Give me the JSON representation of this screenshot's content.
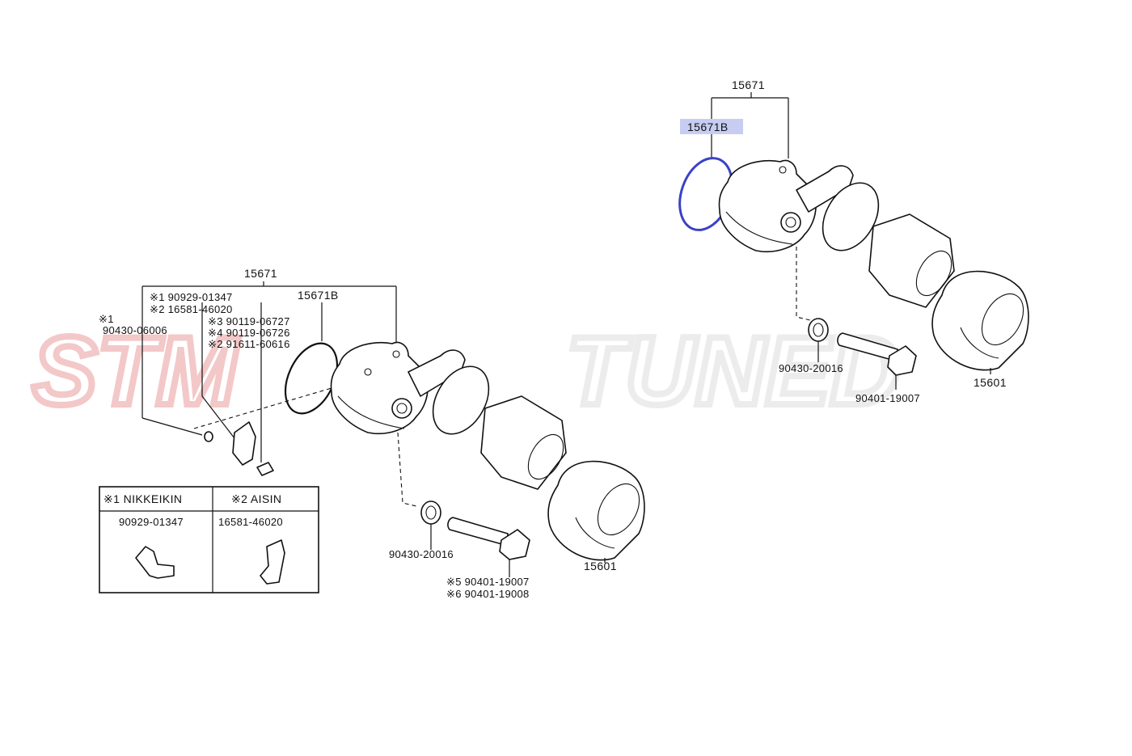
{
  "watermark": {
    "left": "STM",
    "right": "TUNED",
    "left_color": "#f3c8c8",
    "right_color": "#ececec"
  },
  "highlight_color": "#c7cdf2",
  "ring_color": "#3a42c8",
  "left": {
    "assy": "15671",
    "gasket": "15671B",
    "notes": [
      "※1 90929-01347",
      "※2 16581-46020",
      "※3 90119-06727",
      "※4 90119-06726",
      "※2 91611-60616"
    ],
    "pipe_note_mark": "※1",
    "pipe_note_part": "90430-06006",
    "washer": "90430-20016",
    "bolt_a": "※5 90401-19007",
    "bolt_b": "※6 90401-19008",
    "filter": "15601",
    "table": {
      "h1": "※1 NIKKEIKIN",
      "h2": "※2 AISIN",
      "p1": "90929-01347",
      "p2": "16581-46020"
    }
  },
  "right": {
    "assy": "15671",
    "gasket": "15671B",
    "washer": "90430-20016",
    "bolt": "90401-19007",
    "filter": "15601"
  }
}
